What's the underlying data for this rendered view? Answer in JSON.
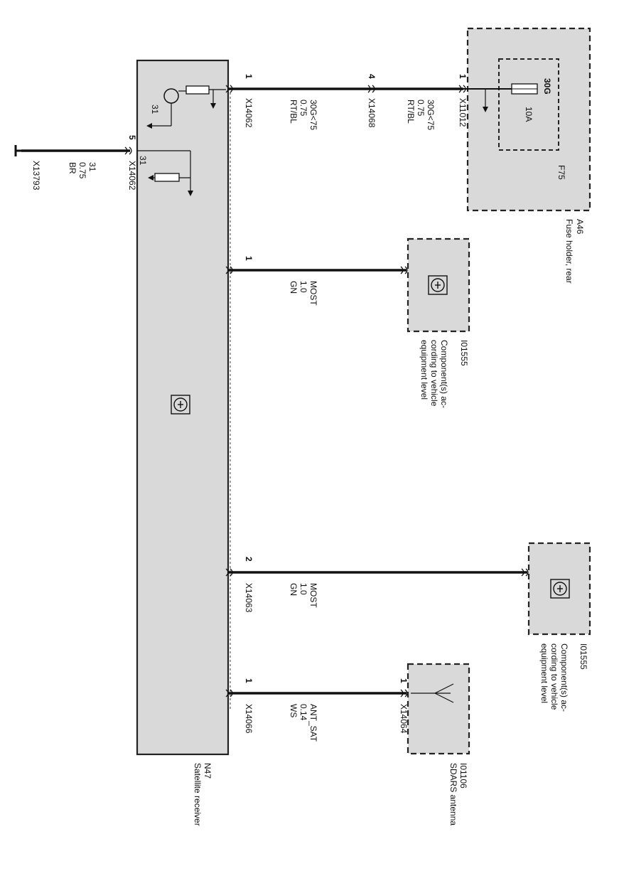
{
  "satellite_receiver": {
    "id": "N47",
    "name": "Satellite receiver",
    "ground_label_1": "31",
    "ground_label_2": "31"
  },
  "fuse_holder": {
    "id": "A46",
    "name": "Fuse holder, rear",
    "fuse_id": "F75",
    "fuse_rating": "10A",
    "terminal": "30G"
  },
  "component_1": {
    "id": "I01555",
    "name_line1": "Component(s) ac-",
    "name_line2": "cording to vehicle",
    "name_line3": "equipment level"
  },
  "component_2": {
    "id": "I01555",
    "name_line1": "Component(s) ac-",
    "name_line2": "cording to vehicle",
    "name_line3": "equipment level"
  },
  "antenna": {
    "id": "I01106",
    "name": "SDARS antenna",
    "pin": "1",
    "connector": "X14064"
  },
  "wire_power": {
    "pin_receiver": "1",
    "connector_receiver": "X14062",
    "seg1_signal": "30G<75",
    "seg1_size": "0.75",
    "seg1_color": "RT/BL",
    "pin_mid": "4",
    "connector_mid": "X14068",
    "seg2_signal": "30G<75",
    "seg2_size": "0.75",
    "seg2_color": "RT/BL",
    "pin_fuse": "1",
    "connector_fuse": "X11012"
  },
  "wire_ground": {
    "pin": "5",
    "connector": "X14062",
    "signal": "31",
    "size": "0.75",
    "color": "BR",
    "ground_connector": "X13793"
  },
  "wire_most1": {
    "pin": "1",
    "signal": "MOST",
    "size": "1.0",
    "color": "GN"
  },
  "wire_most2": {
    "pin": "2",
    "connector": "X14063",
    "signal": "MOST",
    "size": "1.0",
    "color": "GN"
  },
  "wire_ant": {
    "pin": "1",
    "connector": "X14066",
    "signal": "ANT_SAT",
    "size": "0.14",
    "color": "WS"
  }
}
